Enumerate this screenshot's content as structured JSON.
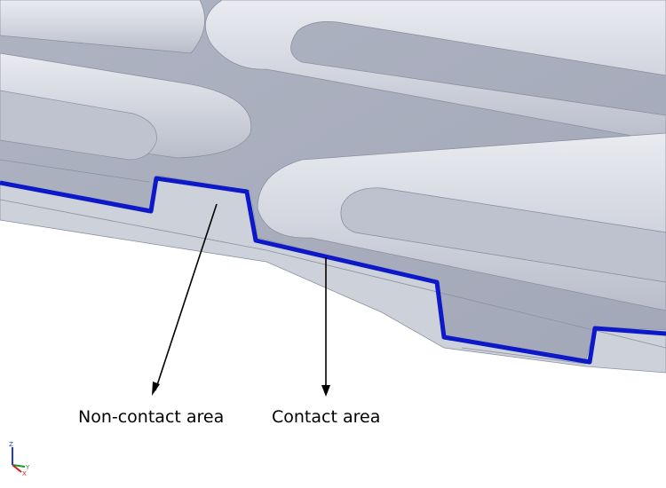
{
  "labels": {
    "non_contact": "Non-contact area",
    "contact": "Contact area"
  },
  "triad": {
    "z": "Z",
    "y": "Y",
    "x": "X"
  },
  "colors": {
    "plate": "#b2b7c6",
    "plate_light": "#c9cdd8",
    "rib": "#d8dbe3",
    "rib_shadow": "#9ba0b0",
    "contour": "#0d18c8",
    "arrow": "#000000"
  }
}
